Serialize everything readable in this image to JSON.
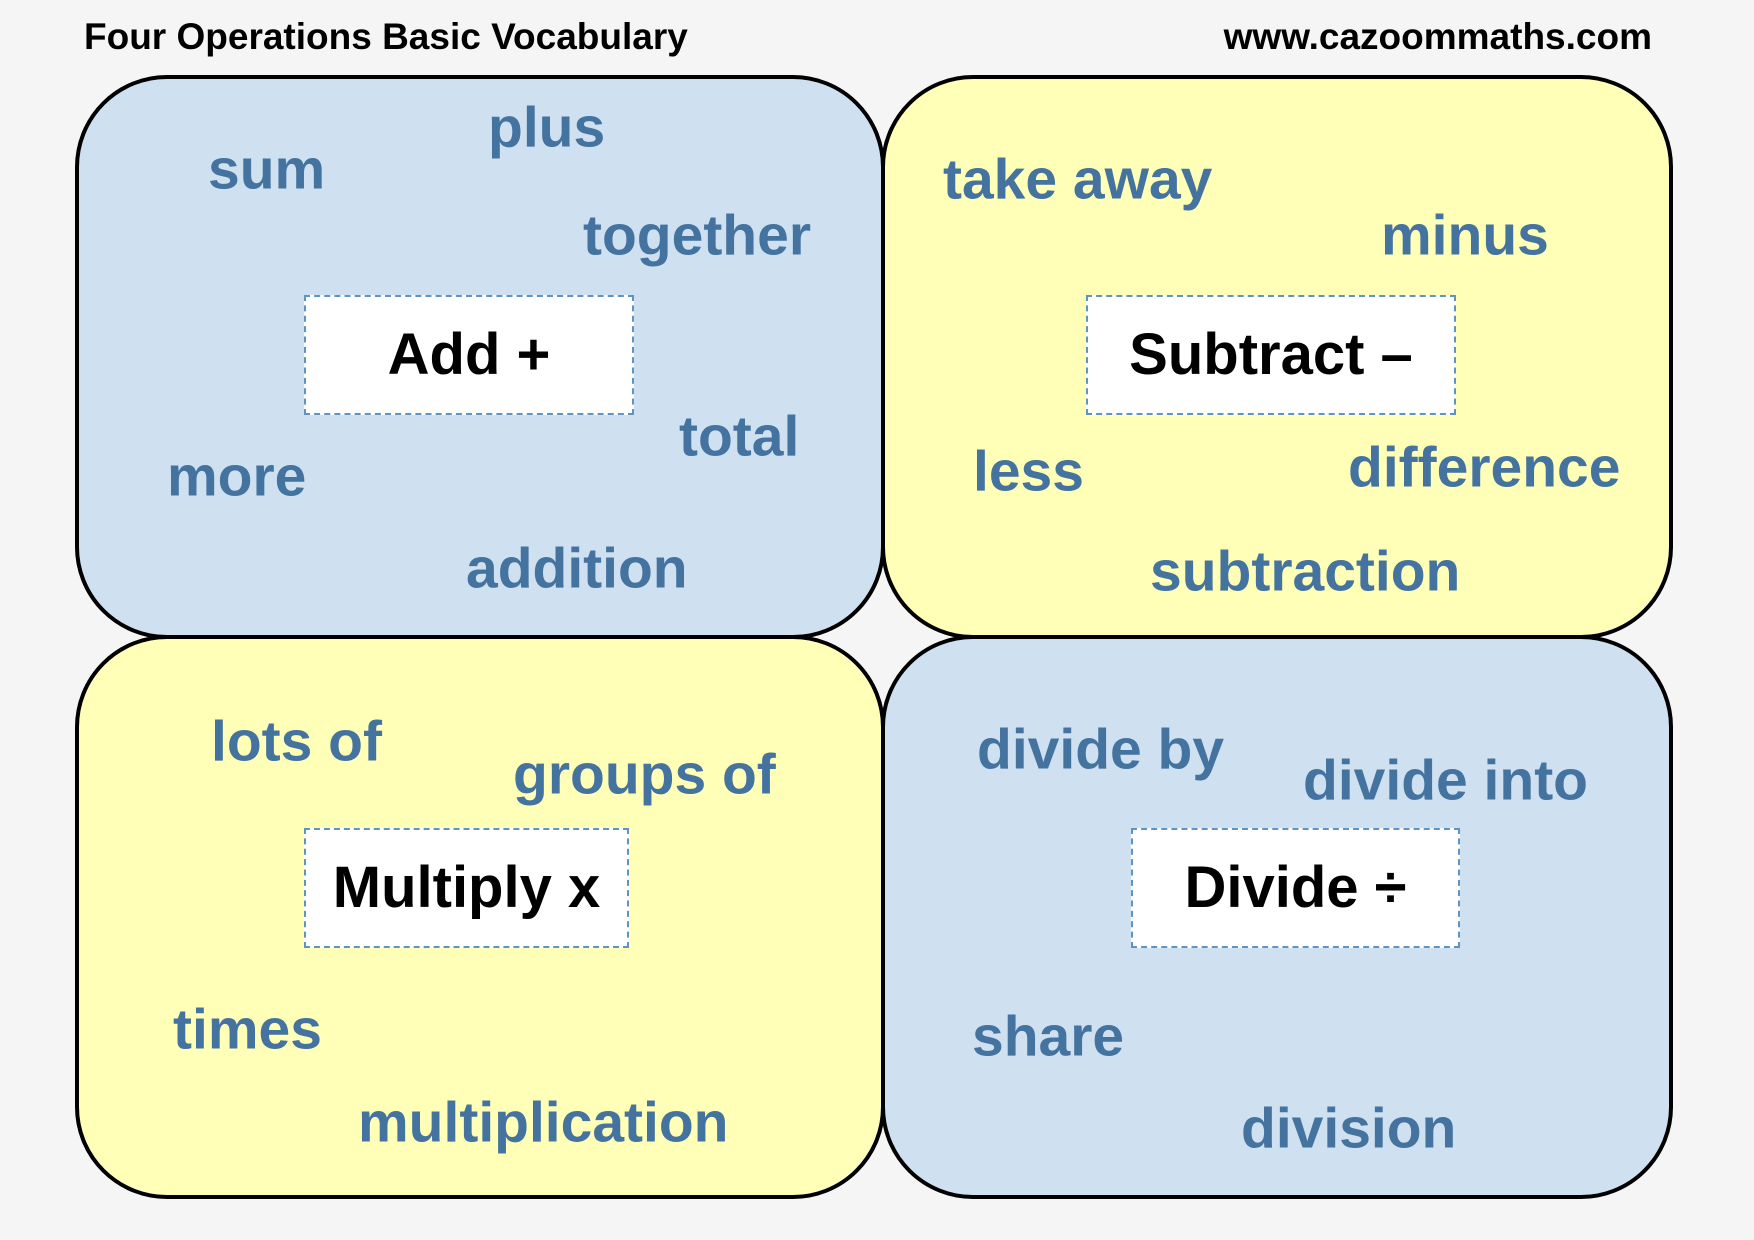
{
  "header": {
    "title": "Four Operations Basic Vocabulary",
    "website": "www.cazoommaths.com"
  },
  "colors": {
    "blue_card": "#cfe0f1",
    "yellow_card": "#ffffb8",
    "word_text": "#44739f",
    "box_border": "#5f93c3"
  },
  "cards": {
    "add": {
      "label": "Add +",
      "words": [
        "sum",
        "plus",
        "together",
        "total",
        "more",
        "addition"
      ]
    },
    "subtract": {
      "label": "Subtract –",
      "words": [
        "take away",
        "minus",
        "less",
        "difference",
        "subtraction"
      ]
    },
    "multiply": {
      "label": "Multiply x",
      "words": [
        "lots of",
        "groups of",
        "times",
        "multiplication"
      ]
    },
    "divide": {
      "label": "Divide ÷",
      "words": [
        "divide by",
        "divide into",
        "share",
        "division"
      ]
    }
  }
}
